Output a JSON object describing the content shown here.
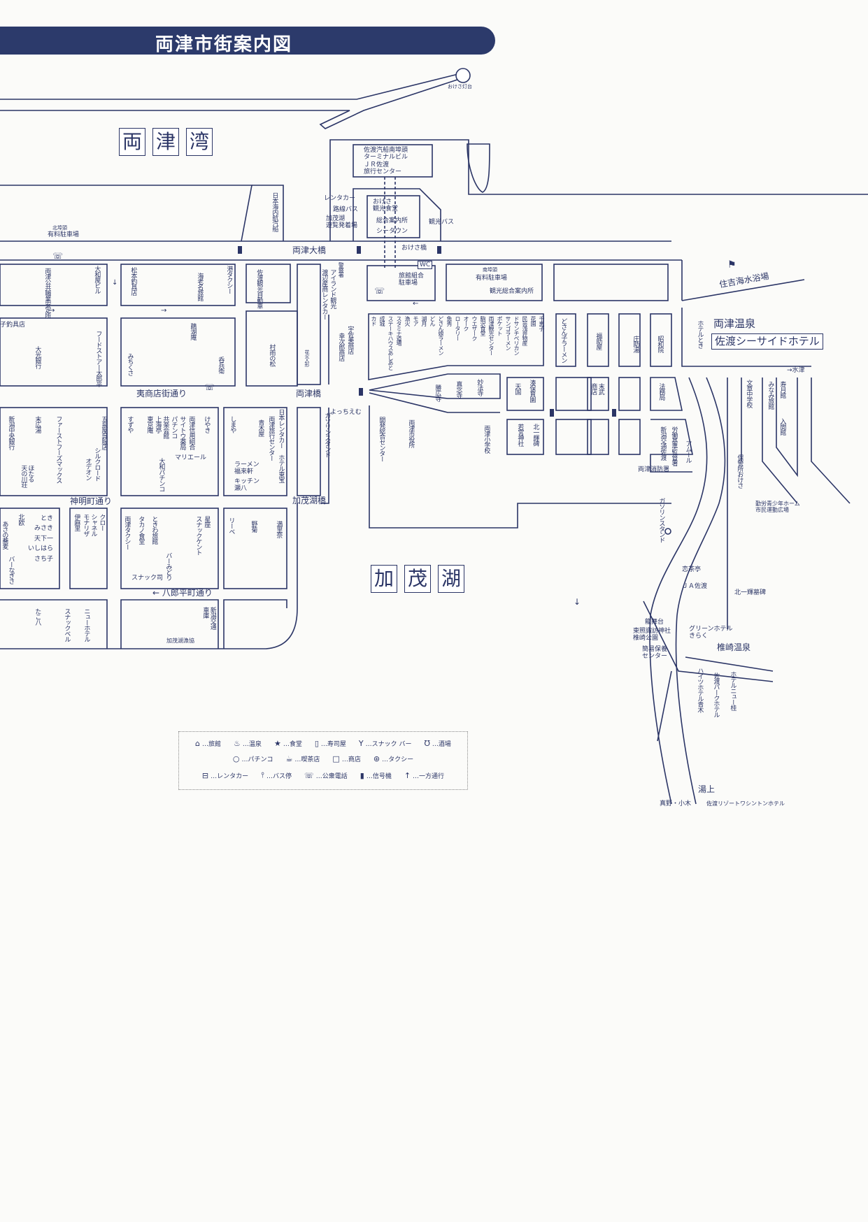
{
  "title": "両津市街案内図",
  "bay": [
    "両",
    "津",
    "湾"
  ],
  "lake": [
    "加",
    "茂",
    "湖"
  ],
  "colors": {
    "ink": "#2b3566",
    "title_bar": "#2c3a6b",
    "paper": "#fbfbf9"
  },
  "streets": {
    "ohashi": "両津大橋",
    "okesa_bridge": "おけさ橋",
    "ebisu": "夷商店街通り",
    "ryotsu_bridge": "両津橋",
    "shinmei": "神明町通り",
    "kamoko_bridge": "加茂湖橋",
    "hachiro": "← 八郎平町通り"
  },
  "places": {
    "lighthouse": "おけさ灯台",
    "terminal": "佐渡汽船南埠頭\nターミナルビル",
    "jr": "ＪＲ佐渡\n旅行センター",
    "nihonkai": "日本海内航汽船",
    "rentacar": "レンタカー",
    "route_bus": "路線バス",
    "kamoko_boat": "加茂湖\n遊覧発着場",
    "okesa_shokudo": "おけさ\n観光食堂",
    "info": "総合案内所",
    "seatown": "シータウン",
    "kanko_bus": "観光バス",
    "kita_futo": "北埠頭",
    "kita_parking": "有料駐車場",
    "ryokan_parking": "旅館組合\n駐車場",
    "wc": "WC",
    "minami_futo": "南埠頭",
    "minami_parking": "有料駐車場",
    "kanko_info": "観光総合案内所",
    "sumiyoshi": "住吉海水浴場",
    "onsen_title": "両津温泉",
    "seaside_hotel": "佐渡シーサイドホテル",
    "hotel_toki": "ホテルとき",
    "shosuke": "庄助湯",
    "showain": "昭和院",
    "suizu": "→水津",
    "homukyoku": "法務局",
    "bunsho_jhs": "文章中学校",
    "minami_ryokan": "みなみ旅館",
    "jugetsu": "寿月館",
    "iruma": "入間館",
    "hokeisho": "保警所おけさ",
    "youth_home": "勤労青少年ホーム\n市民運動広場",
    "fire_station": "両津消防署",
    "niigata_kotsu": "新潟交通佐渡",
    "rodo_kijun": "労働基準監督署",
    "amour": "アムール",
    "gas_east": "ガソリンスタンド",
    "koichatei": "恋茶亭",
    "ja": "ＪＡ佐渡",
    "kita_ikki": "北一輝墓碑",
    "ryubudai": "龍舞台",
    "suwa": "東照諏訪神社\n椎崎公園",
    "kanpo": "簡易保養\nセンター",
    "green_hotel": "グリーンホテル\nきらく",
    "shiizaki": "椎崎温泉",
    "heights": "ハイツホテル青木",
    "park_hotel": "佐渡パークホテル",
    "new_katsura": "ホテルニュー桂",
    "yuagari": "湯上",
    "mano": "真野・小木",
    "washington": "佐渡リゾートワシントンホテル",
    "kaihatsu": "開発総合センター",
    "city_hall": "両津市役所",
    "elementary": "両津小学校",
    "wakamiya": "若宮神社",
    "kita_ikki_hi": "北一輝碑",
    "shokoji": "勝広寺",
    "shinnenji": "真念寺",
    "myohoji": "妙法寺",
    "hoikuen": "湊保育園",
    "tengoku": "天国",
    "suehiro_store": "末武\n商店",
    "fukusukeya": "福助屋",
    "dosanko": "どさん子ラーメン",
    "yotchi": "よっちえむ",
    "gas_west": "ガソリンスタンド",
    "usami": "宇佐美商店",
    "kojiro": "幸次郎商店",
    "hanabi": "花火人形",
    "murasame": "村雨の松",
    "sado_kanko": "佐渡観光自動車",
    "watanabe": "渡辺産商レンタカー",
    "island": "アイランド観光",
    "police": "警察署",
    "minato_taxi": "港タクシー",
    "ebina": "海老名旅館",
    "matsumoto": "松本釣具店",
    "yamatoya": "大和屋ビル",
    "hello_work": "両津公共職業安定所",
    "tsurigu": "子釣具店",
    "taiko_bank": "大光銀行",
    "tarobei": "フードストアー太郎平",
    "ukoan": "鵜湖庵",
    "michikusa": "みちくさ",
    "donbei": "呑兵衛",
    "chuo_bank": "新潟中央銀行",
    "suehiro_yu": "末広湯",
    "fast_foods": "ファーストフーズマックス",
    "gosenya": "五泉屋呉服店",
    "silkroad": "シルクロード",
    "odeon": "オデオン",
    "hotaru": "ほたる",
    "tenkawa": "天の川荘",
    "suzuya": "すずや",
    "toukyoan": "東京庵",
    "shanhai": "上海亭",
    "pachinko": "パチンコ",
    "kyoraku": "共楽会館",
    "saito": "サイトウ薬局",
    "shinyo": "両津信用組合",
    "keyaki": "けやき",
    "marie": "マリエール",
    "yamato_pachinko": "大和パチンコ",
    "shimaya": "しまや",
    "aokiya": "青木屋",
    "ryotsu_travel": "両津旅行センター",
    "nihon_rent": "日本レンタカー",
    "toho": "ホテル東宝",
    "fukuraiken": "ラーメン\n福来軒",
    "kitchen": "キッチン\n瀬八",
    "hokuou": "北欧",
    "asano": "あさの蕎麦",
    "toki_misaki": "とき\nみさき\n天下一\nいしはら\nさち子",
    "nagisa": "バーなぎさ",
    "kuro": "クロー",
    "chanel": "シャネル",
    "monaliza": "モナリザ",
    "imari": "伊麻里",
    "ryotsu_taxi": "両津タクシー",
    "takano": "タカノ食堂",
    "tokiwa": "ときわ旅館",
    "hoshiza": "星座",
    "snack_kent": "スナックケント",
    "midori": "バーみどり",
    "snack_tsukasa": "スナック司",
    "ribe": "リーベ",
    "nogiku": "野菊",
    "marina": "満里奈",
    "new_hotel": "ニューホテル",
    "snack_bell": "スナックベル",
    "takohachi": "たこ八",
    "niigata_garage": "新潟交通\n車庫",
    "kamoko_gyokyo": "加茂湖漁協",
    "shops_row": [
      "カド",
      "成城",
      "ステーキハウスあしあと",
      "スタミナ道場",
      "漁火",
      "モア",
      "湖月",
      "どん",
      "どさん娘ラーメン",
      "魚秀",
      "ロータリー",
      "オーク",
      "ウエザーク",
      "駒沢食堂",
      "両津観光センター",
      "ポケット",
      "サンゴラーメン",
      "ドサンチペリカン",
      "民芸浅井物産",
      "花園",
      "千恵子"
    ]
  },
  "legend": [
    {
      "icon": "inn-icon",
      "glyph": "⌂",
      "label": "…旅館"
    },
    {
      "icon": "hot-spring-icon",
      "glyph": "♨",
      "label": "…温泉"
    },
    {
      "icon": "restaurant-star-icon",
      "glyph": "★",
      "label": "…食堂"
    },
    {
      "icon": "sushi-icon",
      "glyph": "▯",
      "label": "…寿司屋"
    },
    {
      "icon": "snack-bar-icon",
      "glyph": "Y",
      "label": "…スナック バー"
    },
    {
      "icon": "tavern-icon",
      "glyph": "Ʊ",
      "label": "…酒場"
    },
    {
      "icon": "pachinko-icon",
      "glyph": "○",
      "label": "…パチンコ"
    },
    {
      "icon": "cafe-icon",
      "glyph": "☕",
      "label": "…喫茶店"
    },
    {
      "icon": "shop-icon",
      "glyph": "□",
      "label": "…商店"
    },
    {
      "icon": "taxi-icon",
      "glyph": "⊛",
      "label": "…タクシー"
    },
    {
      "icon": "rental-car-icon",
      "glyph": "⊟",
      "label": "…レンタカー"
    },
    {
      "icon": "bus-stop-icon",
      "glyph": "⫯",
      "label": "…バス停"
    },
    {
      "icon": "public-phone-icon",
      "glyph": "☏",
      "label": "…公衆電話"
    },
    {
      "icon": "traffic-signal-icon",
      "glyph": "▮",
      "label": "…信号機"
    },
    {
      "icon": "one-way-icon",
      "glyph": "↑",
      "label": "…一方通行"
    }
  ]
}
